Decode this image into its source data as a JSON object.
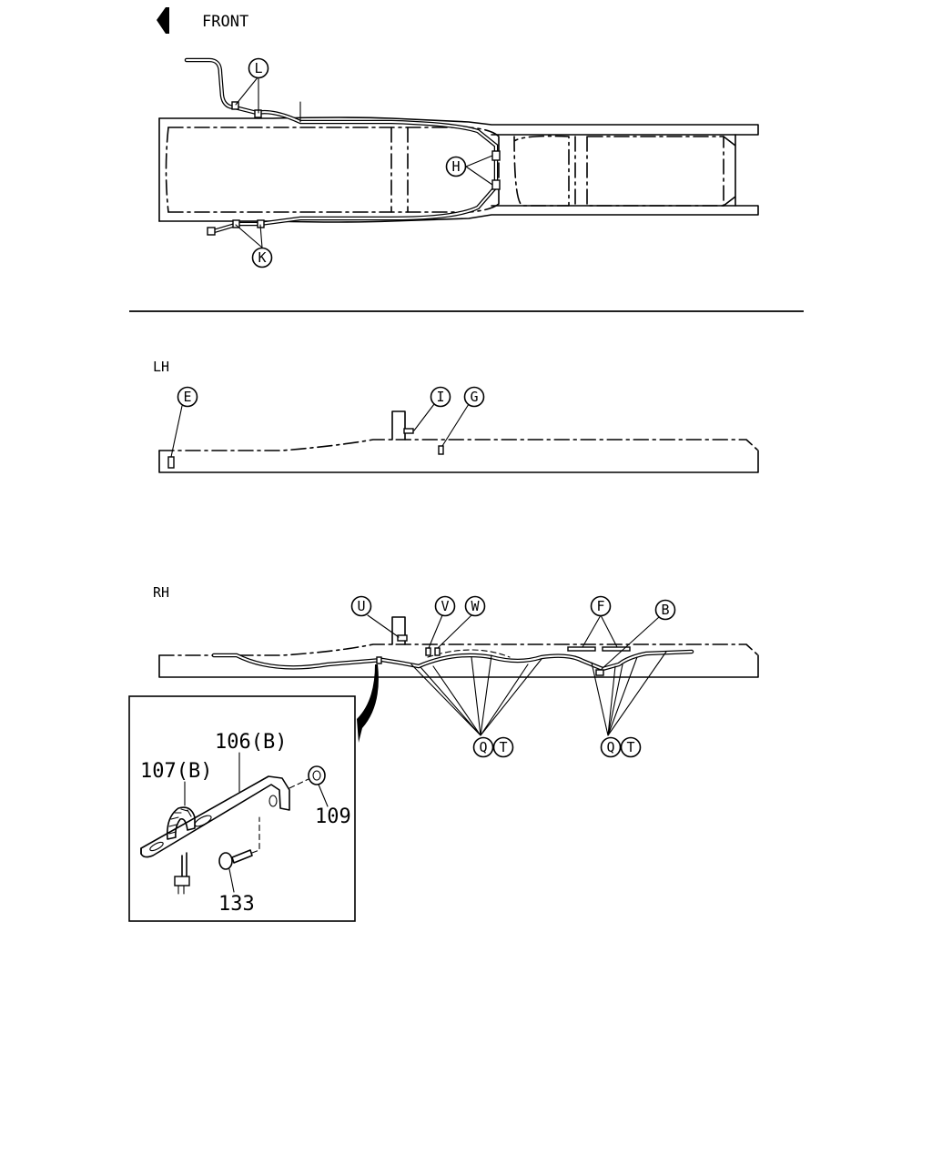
{
  "header": {
    "direction_label": "FRONT"
  },
  "views": {
    "top": {
      "callouts": {
        "L": "L",
        "H": "H",
        "K": "K"
      }
    },
    "lh": {
      "title": "LH",
      "callouts": {
        "E": "E",
        "I": "I",
        "G": "G"
      }
    },
    "rh": {
      "title": "RH",
      "callouts": {
        "U": "U",
        "V": "V",
        "W": "W",
        "F": "F",
        "B": "B",
        "Q": "Q",
        "T": "T"
      }
    }
  },
  "detail": {
    "parts": {
      "p106": "106(B)",
      "p107": "107(B)",
      "p109": "109",
      "p133": "133"
    }
  }
}
